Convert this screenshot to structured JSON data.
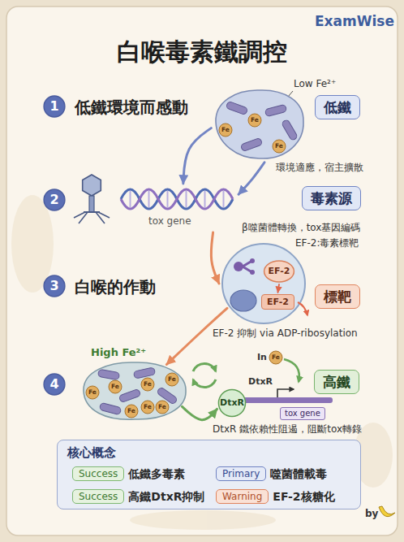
{
  "diagram": {
    "title": "白喉毒素鐵調控",
    "nodes": [
      {
        "text": [
          "1"
        ]
      },
      {
        "text": [
          "Low Fe²⁺"
        ]
      },
      {
        "text": [
          "低鐵"
        ]
      },
      {
        "text": [
          "2"
        ]
      },
      {
        "text": [
          "tox gene"
        ]
      },
      {
        "text": [
          "毒素源"
        ]
      },
      {
        "text": [
          "3"
        ]
      },
      {
        "text": [
          "EF-2:毒素標靶"
        ]
      },
      {
        "text": [
          "EF-2"
        ],
        "in": 7
      },
      {
        "text": [
          "EF-2"
        ],
        "in": 7
      },
      {
        "text": [
          "標靶"
        ]
      },
      {
        "text": [
          "4"
        ]
      },
      {
        "text": [
          "High Fe²⁺"
        ]
      },
      {
        "text": [
          "DtxR"
        ]
      },
      {
        "text": [
          "tox gene"
        ]
      },
      {
        "text": [
          "高鐵"
        ]
      },
      {
        "text": [
          "核心概念"
        ]
      },
      {
        "text": [
          "Success",
          "低鐵多毒素"
        ],
        "in": 16
      },
      {
        "text": [
          "Primary",
          "噬菌體載毒"
        ],
        "in": 16
      },
      {
        "text": [
          "Success",
          "高鐵DtxR抑制"
        ],
        "in": 16
      },
      {
        "text": [
          "Warning",
          "EF-2核糖化"
        ],
        "in": 16
      }
    ],
    "edges": [
      {
        "from": 1,
        "to": 4,
        "arrow": "to"
      },
      {
        "from": 1,
        "to": 4,
        "arrow": "to"
      },
      {
        "from": 4,
        "to": 7,
        "arrow": "to"
      },
      {
        "from": 7,
        "to": 12,
        "arrow": "to"
      },
      {
        "from": 8,
        "to": 9,
        "arrow": "to"
      },
      {
        "from": 12,
        "to": 13,
        "arrow": "to"
      }
    ],
    "labels": [
      "ExamWise",
      "低鐵環境而感動",
      "Fe",
      "Fe",
      "Fe",
      "環境適應，宿主擴散",
      "β噬菌體轉換，tox基因編碼",
      "白喉的作動",
      "EF-2 抑制 via ADP-ribosylation",
      "In",
      "Fe",
      "DtxR",
      "Fe",
      "Fe",
      "Fe",
      "Fe",
      "Fe",
      "Fe",
      "Fe",
      "DtxR 鐵依賴性阻遏，阻斷tox轉錄",
      "by"
    ]
  }
}
